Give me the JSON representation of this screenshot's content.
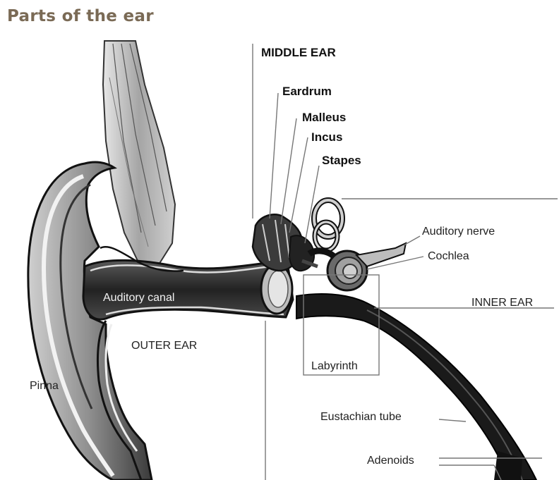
{
  "page": {
    "title": "Parts of the ear"
  },
  "labels": {
    "middle_ear": "MIDDLE EAR",
    "eardrum": "Eardrum",
    "malleus": "Malleus",
    "incus": "Incus",
    "stapes": "Stapes",
    "auditory_nerve": "Auditory nerve",
    "cochlea": "Cochlea",
    "inner_ear": "INNER EAR",
    "auditory_canal": "Auditory canal",
    "outer_ear": "OUTER EAR",
    "labyrinth": "Labyrinth",
    "pinna": "Pinna",
    "eustachian_tube": "Eustachian tube",
    "adenoids": "Adenoids"
  },
  "colors": {
    "title": "#7a6a55",
    "tissue_dark": "#1a1a1a",
    "tissue_mid": "#8a8a8a",
    "tissue_light": "#d9d9d9"
  }
}
